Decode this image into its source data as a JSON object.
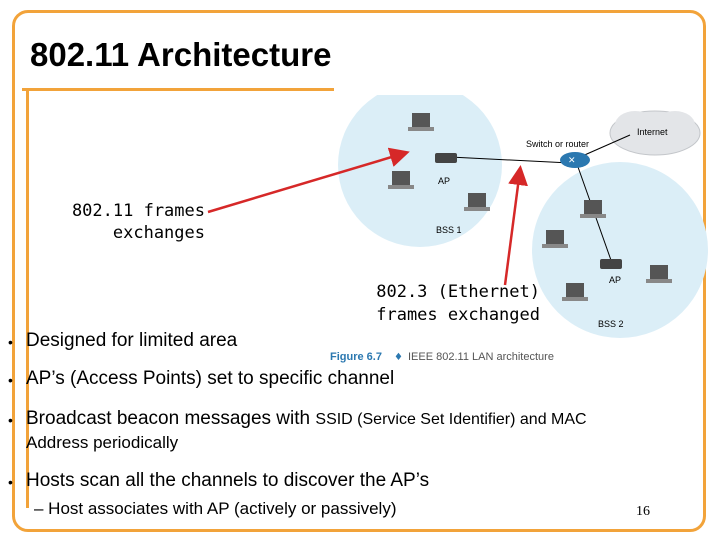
{
  "slide": {
    "title": "802.11 Architecture",
    "annotation_frames_1": "802.11 frames",
    "annotation_frames_2": "exchanges",
    "annotation_eth_1": "802.3 (Ethernet)",
    "annotation_eth_2": "frames exchanged",
    "page_number": "16"
  },
  "figure": {
    "internet_label": "Internet",
    "router_label": "Switch or router",
    "ap1_label": "AP",
    "ap2_label": "AP",
    "bss1_label": "BSS 1",
    "bss2_label": "BSS 2",
    "caption_fig": "Figure 6.7",
    "caption_sep": "♦",
    "caption_text": "IEEE 802.11 LAN architecture"
  },
  "bullets": [
    {
      "text": "Designed for limited area"
    },
    {
      "text": "AP’s (Access Points) set to specific channel"
    },
    {
      "text_main": "Broadcast beacon messages with ",
      "text_small": "SSID (Service Set Identifier) and MAC",
      "text_line2": "Address periodically"
    },
    {
      "text": "Hosts scan all the channels to discover the AP’s"
    }
  ],
  "sub_bullet": {
    "text": "– Host associates with AP (actively or passively)"
  },
  "colors": {
    "accent": "#f2a33a",
    "arrow": "#d62828",
    "bss_fill": "#dbeef7",
    "router": "#2b78b0"
  }
}
